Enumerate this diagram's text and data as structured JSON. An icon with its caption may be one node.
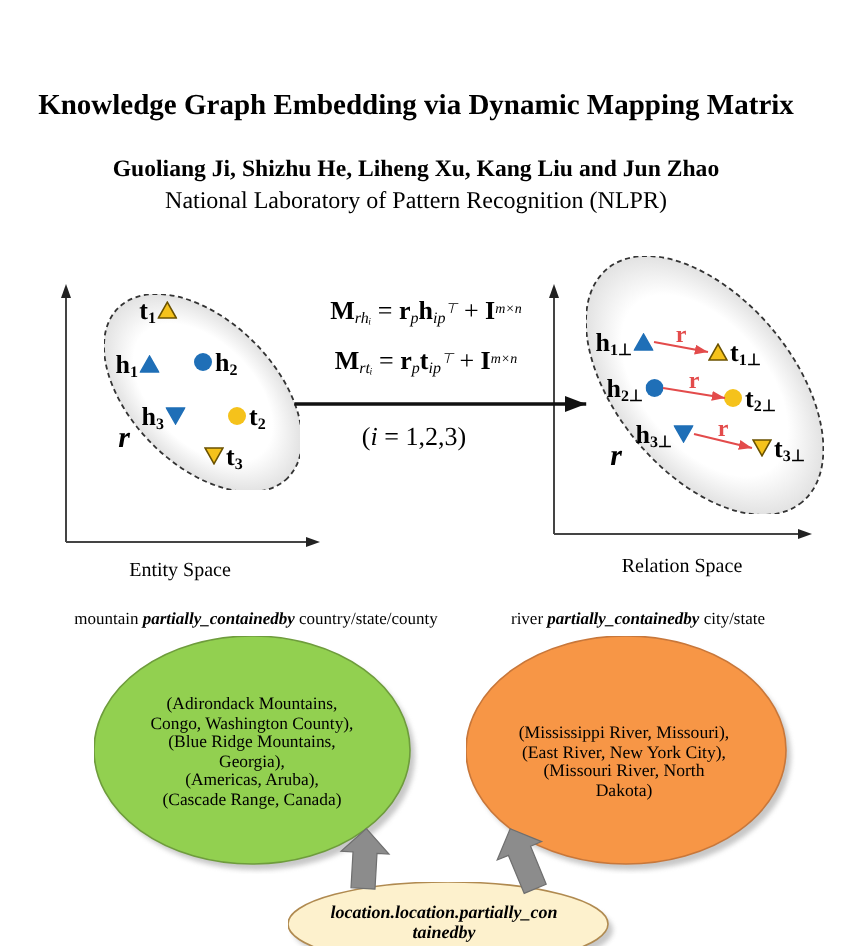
{
  "diagram": {
    "title": "Knowledge Graph Embedding via Dynamic Mapping Matrix",
    "nodes": [
      {
        "text": [],
        "shape": "ellipse",
        "beside": [
          "r"
        ]
      },
      {
        "text": [
          "t$_{1}$"
        ],
        "in": 0
      },
      {
        "text": [
          "h$_{1}$"
        ],
        "in": 0
      },
      {
        "text": [
          "h$_{2}$"
        ],
        "in": 0
      },
      {
        "text": [
          "h$_{3}$"
        ],
        "in": 0
      },
      {
        "text": [
          "t$_{2}$"
        ],
        "in": 0
      },
      {
        "text": [
          "t$_{3}$"
        ],
        "in": 0
      },
      {
        "text": [],
        "shape": "ellipse",
        "beside": [
          "r"
        ]
      },
      {
        "text": [
          "h$_{1⊥}$"
        ],
        "in": 7
      },
      {
        "text": [
          "t$_{1⊥}$"
        ],
        "in": 7
      },
      {
        "text": [
          "h$_{2⊥}$"
        ],
        "in": 7
      },
      {
        "text": [
          "t$_{2⊥}$"
        ],
        "in": 7
      },
      {
        "text": [
          "h$_{3⊥}$"
        ],
        "in": 7
      },
      {
        "text": [
          "t$_{3⊥}$"
        ],
        "in": 7
      },
      {
        "text": [
          "mountain **partially_containedby** country/state/county",
          "(Adirondack Mountains, Congo, Washington County),",
          "(Blue Ridge Mountains, Georgia),",
          "(Americas, Aruba),",
          "(Cascade Range, Canada)"
        ]
      },
      {
        "text": [
          "river **partially_containedby** city/state",
          "(Mississippi River, Missouri),",
          "(East River, New York City),",
          "(Missouri River, North Dakota)"
        ]
      },
      {
        "text": [
          "location.location.partially_containedby"
        ]
      }
    ],
    "edges": [
      {
        "from": 0,
        "to": 7,
        "arrow": "to",
        "color": "#111111"
      },
      {
        "from": 8,
        "to": 9,
        "arrow": "to",
        "label": "r",
        "color": "#e34b4b"
      },
      {
        "from": 10,
        "to": 11,
        "arrow": "to",
        "label": "r",
        "color": "#e34b4b"
      },
      {
        "from": 12,
        "to": 13,
        "arrow": "to",
        "label": "r",
        "color": "#e34b4b"
      },
      {
        "from": 16,
        "to": 14,
        "arrow": "to",
        "style": "thick",
        "color": "#8c8c8c"
      },
      {
        "from": 16,
        "to": 15,
        "arrow": "to",
        "style": "thick",
        "color": "#8c8c8c"
      }
    ],
    "labels": [
      "Guoliang Ji, Shizhu He, Liheng Xu, Kang Liu and Jun Zhao",
      "National Laboratory of Pattern Recognition (NLPR)",
      "**M**$_{rhᵢ}$ = **r**$_{p}$**h**$_{ip}$$^{⊤}$ + **I**$^{m×n}$",
      "**M**$_{rtᵢ}$ = **r**$_{p}$**t**$_{ip}$$^{⊤}$ + **I**$^{m×n}$",
      "(*i* = 1,2,3)",
      "Entity Space",
      "Relation Space"
    ]
  }
}
